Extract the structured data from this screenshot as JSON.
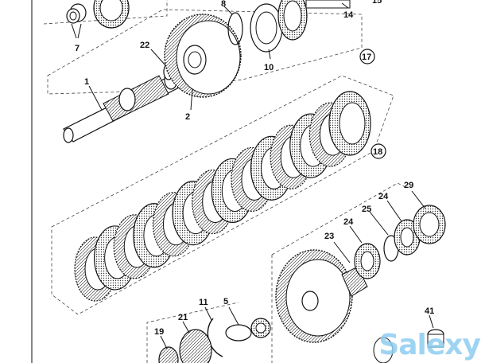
{
  "labels": {
    "l1": "1",
    "l2": "2",
    "l5": "5",
    "l7": "7",
    "l8": "8",
    "l10": "10",
    "l11": "11",
    "l14": "14",
    "l15": "15",
    "l17": "17",
    "l18": "18",
    "l19": "19",
    "l21": "21",
    "l22": "22",
    "l23": "23",
    "l24a": "24",
    "l24b": "24",
    "l25": "25",
    "l29": "29",
    "l41": "41"
  },
  "watermark": "Salexy",
  "colors": {
    "ink": "#111111",
    "watermark": "#8ecdf0"
  }
}
